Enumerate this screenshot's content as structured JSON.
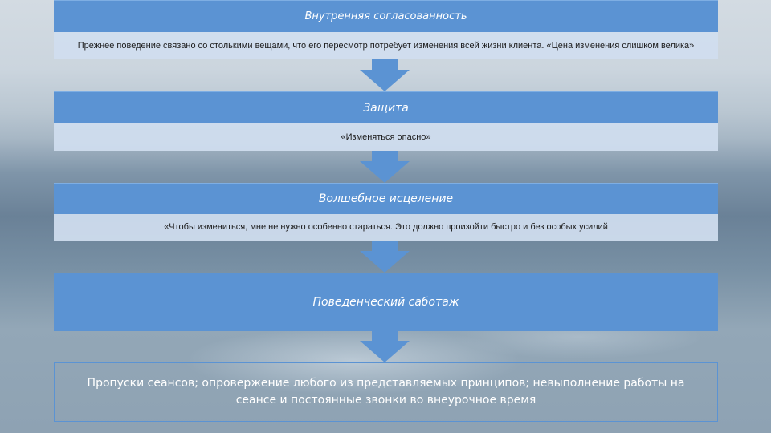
{
  "steps": [
    {
      "title": "Внутренняя согласованность",
      "text": "Прежнее поведение связано со столькими вещами, что его пересмотр потребует изменения всей жизни клиента. «Цена изменения слишком велика»"
    },
    {
      "title": "Защита",
      "text": "«Изменяться опасно»"
    },
    {
      "title": "Волшебное исцеление",
      "text": "«Чтобы измениться, мне не нужно особенно стараться. Это должно произойти быстро и без особых усилий"
    },
    {
      "title": "Поведенческий саботаж"
    }
  ],
  "result": {
    "text": "Пропуски сеансов; опровержение любого из представляемых принципов; невыполнение работы на сеансе и постоянные звонки во внеурочное время"
  },
  "colors": {
    "header_fill": "#5b93d3",
    "note_fill": "#d0deef",
    "arrow_fill": "#5b93d3"
  }
}
